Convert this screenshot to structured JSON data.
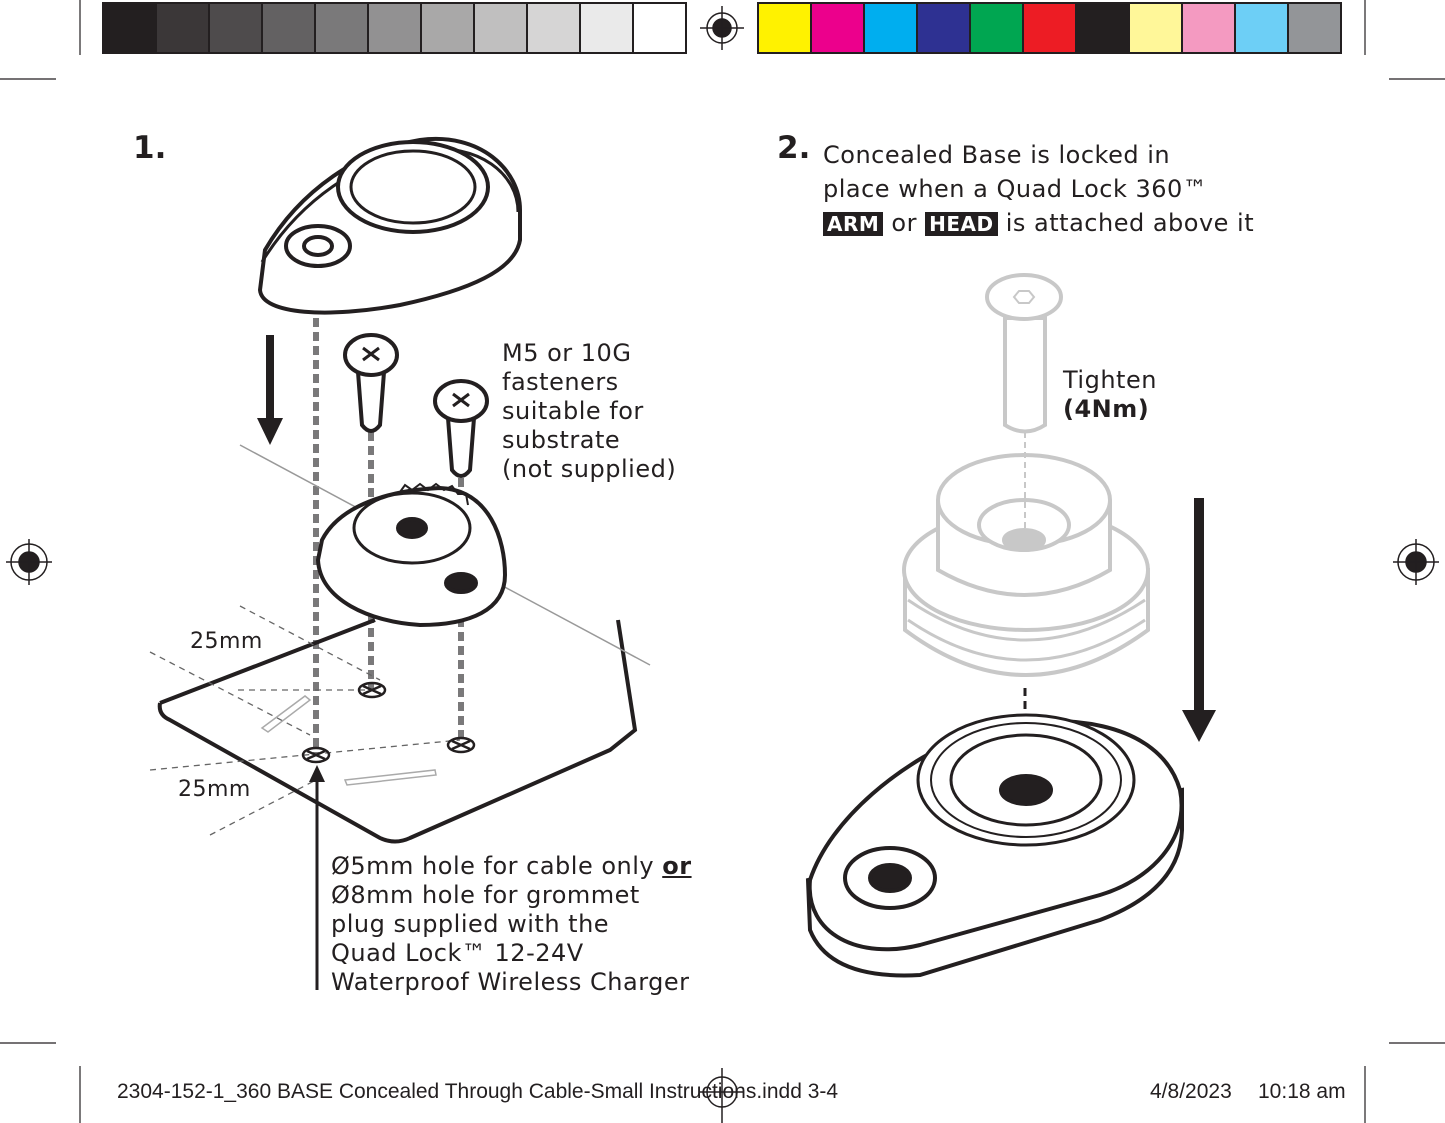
{
  "color_bar": {
    "grays": [
      "#231f20",
      "#3b3738",
      "#4e4b4c",
      "#636162",
      "#7a797a",
      "#929192",
      "#a9a8a8",
      "#c0bfbf",
      "#d6d5d5",
      "#eaeaea",
      "#ffffff"
    ],
    "colors": [
      "#fff200",
      "#ec008c",
      "#00aeef",
      "#2e3192",
      "#00a651",
      "#ed1c24",
      "#231f20",
      "#fff799",
      "#f49ac1",
      "#6dcff6",
      "#939598"
    ]
  },
  "step1": {
    "number": "1.",
    "fastener_note": [
      "M5 or 10G",
      "fasteners",
      "suitable for",
      "substrate",
      "(not supplied)"
    ],
    "dim_top": "25mm",
    "dim_left": "25mm",
    "hole_note": {
      "line1": "Ø5mm hole for cable only ",
      "line1_emphasis": "or",
      "lines": [
        "Ø8mm hole for grommet",
        "plug supplied with the",
        "Quad Lock™ 12-24V",
        "Waterproof Wireless Charger"
      ]
    }
  },
  "step2": {
    "number": "2.",
    "line1": "Concealed Base is locked in",
    "line2": "place when a Quad Lock 360™",
    "tag_arm": "ARM",
    "or": "or",
    "tag_head": "HEAD",
    "line3_end": "is attached above it",
    "tighten": "Tighten",
    "torque": "(4Nm)"
  },
  "footer": {
    "file": "2304-152-1_360 BASE Concealed Through Cable-Small Instructions.indd   3-4",
    "date": "4/8/2023",
    "time": "10:18 am"
  }
}
